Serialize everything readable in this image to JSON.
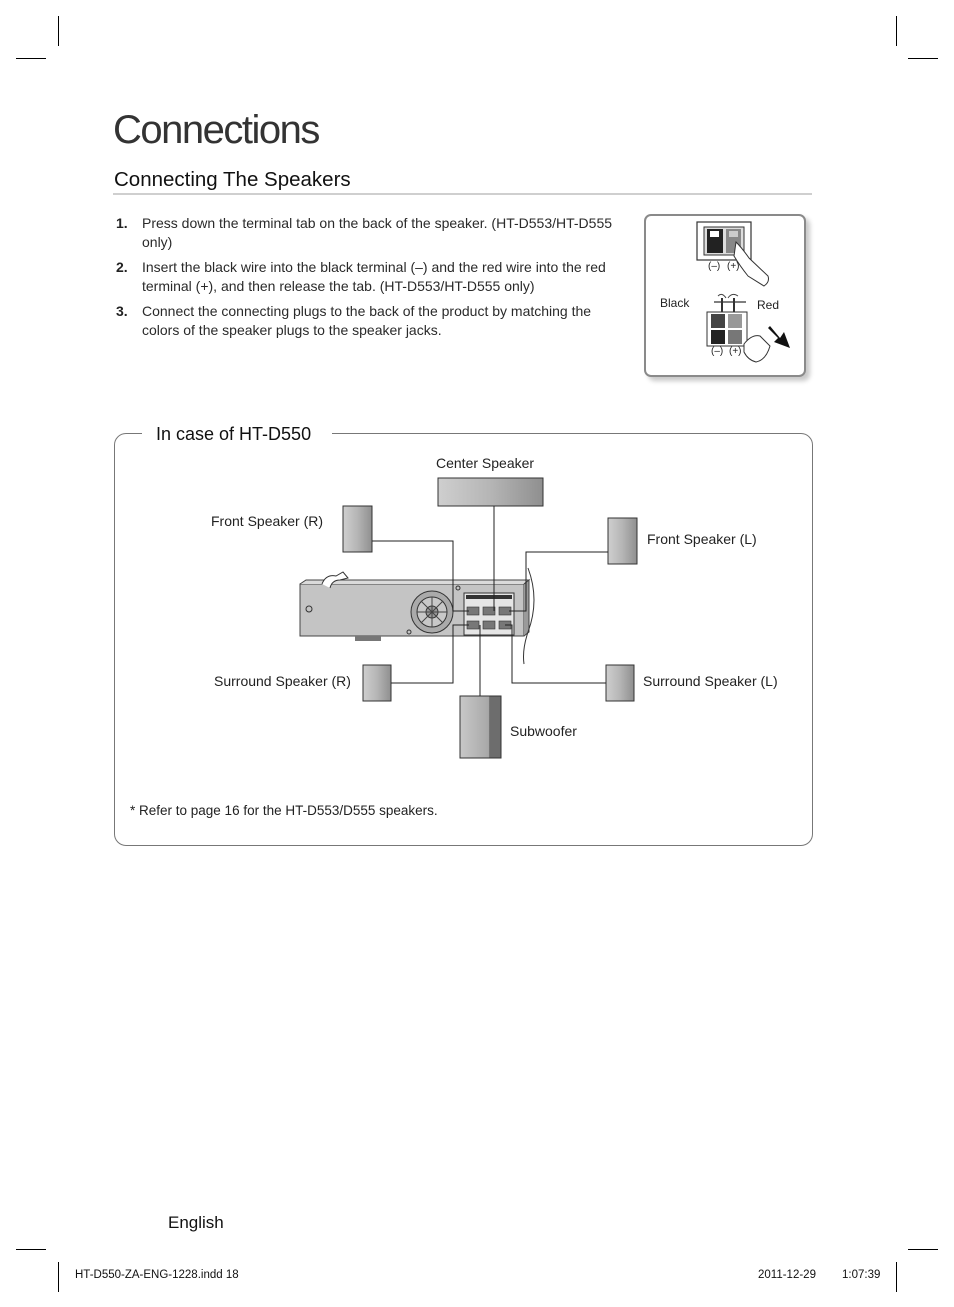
{
  "page": {
    "heading": "Connections",
    "section_title": "Connecting The Speakers",
    "language": "English"
  },
  "steps": [
    {
      "num": "1.",
      "text": "Press down the terminal tab on the back of the speaker. (HT-D553/HT-D555 only)"
    },
    {
      "num": "2.",
      "text": "Insert the black wire into the black terminal (–) and the red wire into the red terminal (+), and then release the tab. (HT-D553/HT-D555 only)"
    },
    {
      "num": "3.",
      "text": "Connect the connecting plugs to the back of the product by matching the colors of the speaker plugs to the speaker jacks."
    }
  ],
  "inset": {
    "minus": "(–)",
    "plus": "(+)",
    "black": "Black",
    "red": "Red"
  },
  "panel": {
    "title": "In case of HT-D550",
    "center": "Center Speaker",
    "front_r": "Front Speaker (R)",
    "front_l": "Front Speaker (L)",
    "surround_r": "Surround Speaker (R)",
    "surround_l": "Surround Speaker (L)",
    "subwoofer": "Subwoofer",
    "note": "* Refer to page 16 for the HT-D553/D555 speakers."
  },
  "footer": {
    "file": "HT-D550-ZA-ENG-1228.indd   18",
    "date": "2011-12-29",
    "time": "1:07:39"
  }
}
